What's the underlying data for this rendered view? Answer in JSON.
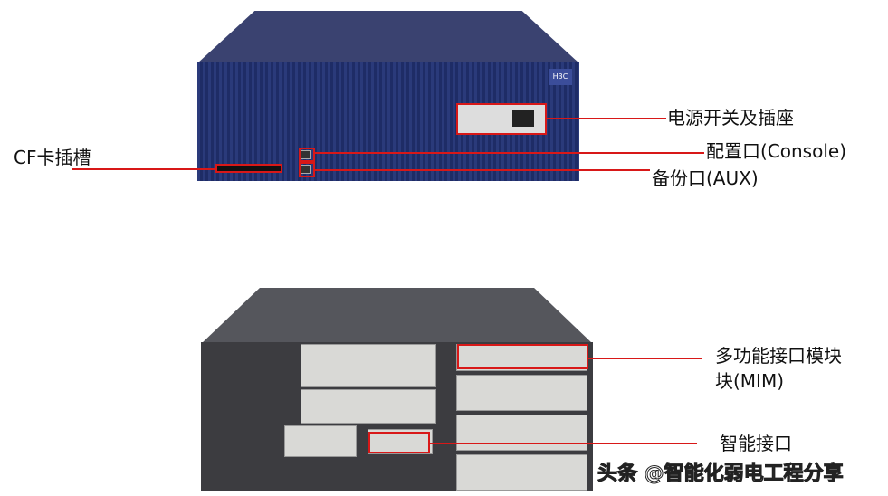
{
  "top_device": {
    "brand_logo": "H3C",
    "labels": {
      "power": "电源开关及插座",
      "console": "配置口(Console)",
      "aux": "备份口(AUX)",
      "cf_slot": "CF卡插槽"
    }
  },
  "bottom_device": {
    "labels": {
      "mim_line1": "多功能接口模块",
      "mim_line2": "块(MIM)",
      "smart_interface": "智能接口"
    }
  },
  "watermark": "头条 @智能化弱电工程分享",
  "colors": {
    "annotation": "#d81818",
    "front_panel": "#2a3a7a",
    "chassis": "#3c3c40"
  }
}
